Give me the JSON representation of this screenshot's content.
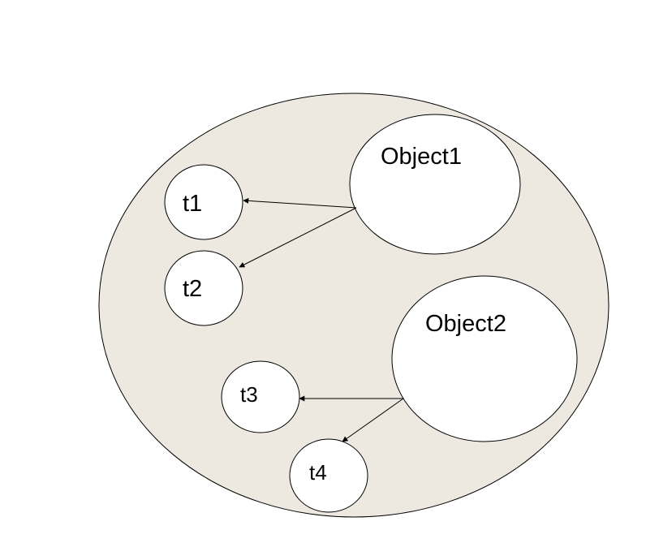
{
  "diagram": {
    "objects": [
      {
        "label": "Object1"
      },
      {
        "label": "Object2"
      }
    ],
    "threads": [
      {
        "label": "t1"
      },
      {
        "label": "t2"
      },
      {
        "label": "t3"
      },
      {
        "label": "t4"
      }
    ],
    "colors": {
      "container_fill": "#ede9e0",
      "node_fill": "#ffffff",
      "stroke": "#000000"
    }
  }
}
